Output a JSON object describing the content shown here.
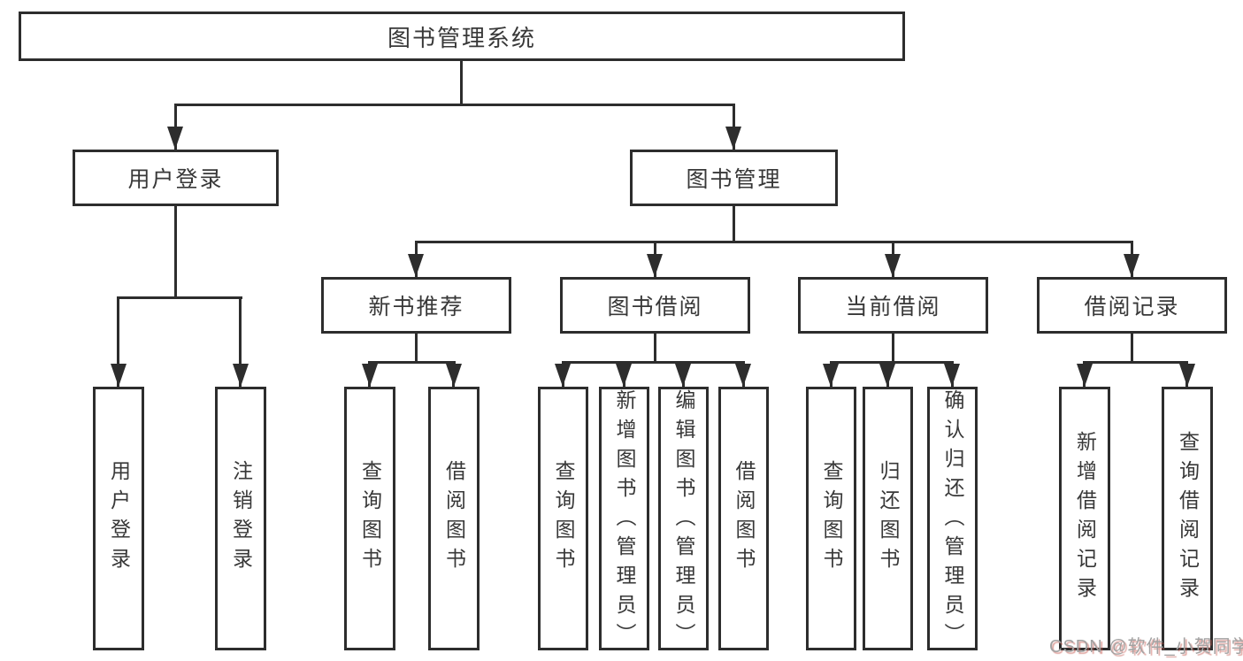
{
  "diagram": {
    "type": "tree",
    "root": {
      "label": "图书管理系统"
    },
    "branches": [
      {
        "label": "用户登录",
        "children": [
          {
            "label": "用户登录"
          },
          {
            "label": "注销登录"
          }
        ]
      },
      {
        "label": "图书管理",
        "children": [
          {
            "label": "新书推荐",
            "children": [
              {
                "label": "查询图书"
              },
              {
                "label": "借阅图书"
              }
            ]
          },
          {
            "label": "图书借阅",
            "children": [
              {
                "label": "查询图书"
              },
              {
                "label": "新增图书（管理员）"
              },
              {
                "label": "编辑图书（管理员）"
              },
              {
                "label": "借阅图书"
              }
            ]
          },
          {
            "label": "当前借阅",
            "children": [
              {
                "label": "查询图书"
              },
              {
                "label": "归还图书"
              },
              {
                "label": "确认归还（管理员）"
              }
            ]
          },
          {
            "label": "借阅记录",
            "children": [
              {
                "label": "新增借阅记录"
              },
              {
                "label": "查询借阅记录"
              }
            ]
          }
        ]
      }
    ]
  },
  "watermark": {
    "text": "CSDN @软件_小贺同学",
    "color": "#a2a2a2",
    "shadow_color": "#c55a50"
  },
  "colors": {
    "line": "#2d2d2d",
    "text": "#383838",
    "background": "#ffffff"
  }
}
